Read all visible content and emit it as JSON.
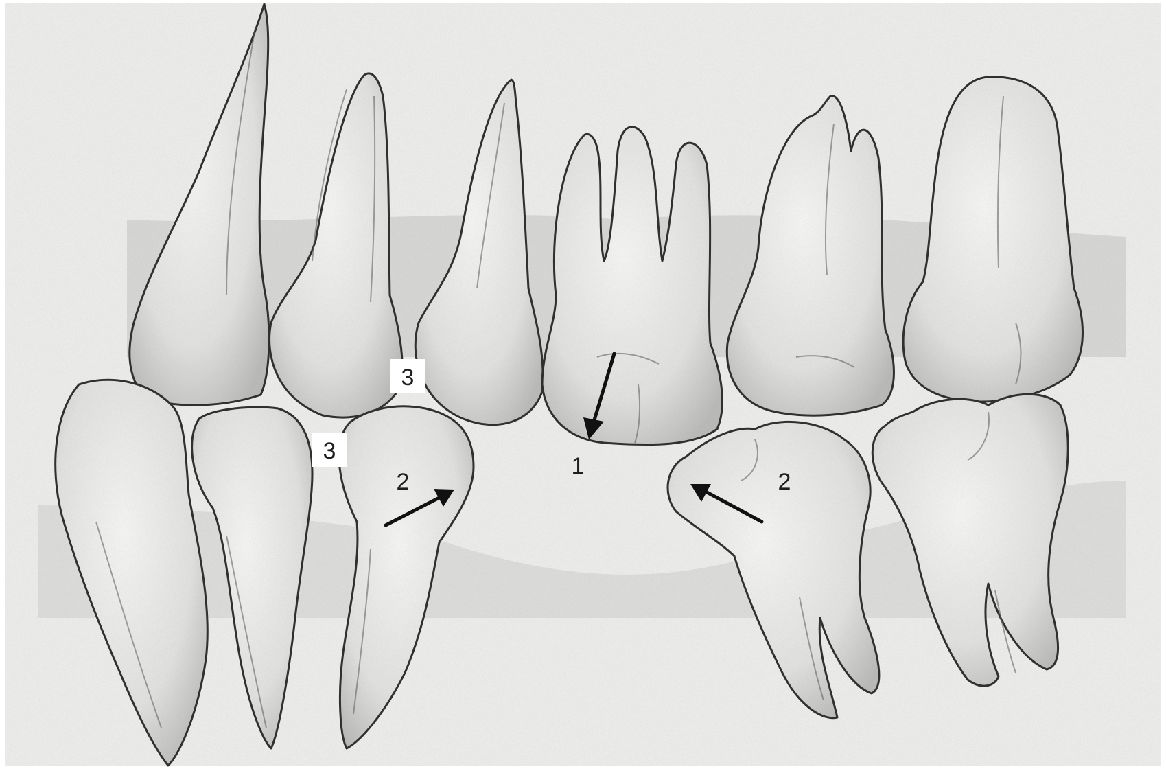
{
  "figure": {
    "subject": "occlusion-contacts-lateral-teeth",
    "background_color": "#f2f2f0",
    "tooth_color": "#ececea",
    "line_color": "#2a2a2a"
  },
  "labels": [
    {
      "id": "contact-3-upper",
      "text": "3"
    },
    {
      "id": "contact-3-lower",
      "text": "3"
    },
    {
      "id": "movement-1",
      "text": "1"
    },
    {
      "id": "movement-2-left",
      "text": "2"
    },
    {
      "id": "movement-2-right",
      "text": "2"
    }
  ]
}
